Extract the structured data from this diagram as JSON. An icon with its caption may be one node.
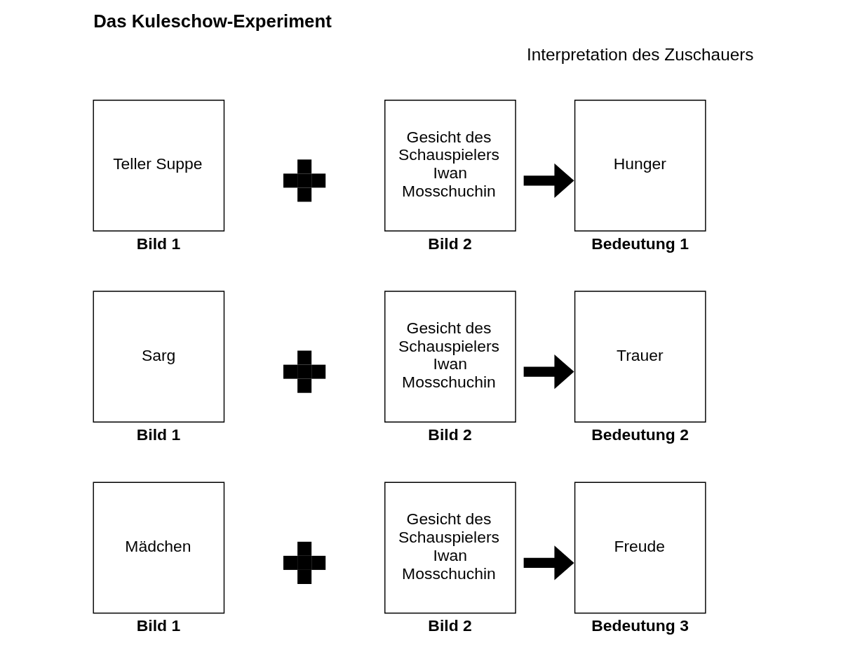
{
  "diagram": {
    "title": "Das Kuleschow-Experiment",
    "nodes": [
      {
        "text": [
          "Teller Suppe"
        ],
        "beside": [
          "Bild 1"
        ]
      },
      {
        "text": [],
        "shape": "plus"
      },
      {
        "text": [
          "Gesicht des Schauspielers Iwan Mosschuchin"
        ],
        "beside": [
          "Bild 2"
        ]
      },
      {
        "text": [
          "Hunger"
        ],
        "beside": [
          "Bedeutung 1"
        ]
      },
      {
        "text": [
          "Sarg"
        ],
        "beside": [
          "Bild 1"
        ]
      },
      {
        "text": [],
        "shape": "plus"
      },
      {
        "text": [
          "Gesicht des Schauspielers Iwan Mosschuchin"
        ],
        "beside": [
          "Bild 2"
        ]
      },
      {
        "text": [
          "Trauer"
        ],
        "beside": [
          "Bedeutung 2"
        ]
      },
      {
        "text": [
          "Mädchen"
        ],
        "beside": [
          "Bild 1"
        ]
      },
      {
        "text": [],
        "shape": "plus"
      },
      {
        "text": [
          "Gesicht des Schauspielers Iwan Mosschuchin"
        ],
        "beside": [
          "Bild 2"
        ]
      },
      {
        "text": [
          "Freude"
        ],
        "beside": [
          "Bedeutung 3"
        ]
      }
    ],
    "edges": [
      {
        "from": 2,
        "to": 3,
        "arrow": "to"
      },
      {
        "from": 6,
        "to": 7,
        "arrow": "to"
      },
      {
        "from": 10,
        "to": 11,
        "arrow": "to"
      }
    ],
    "labels": [
      "Interpretation des Zuschauers"
    ]
  }
}
